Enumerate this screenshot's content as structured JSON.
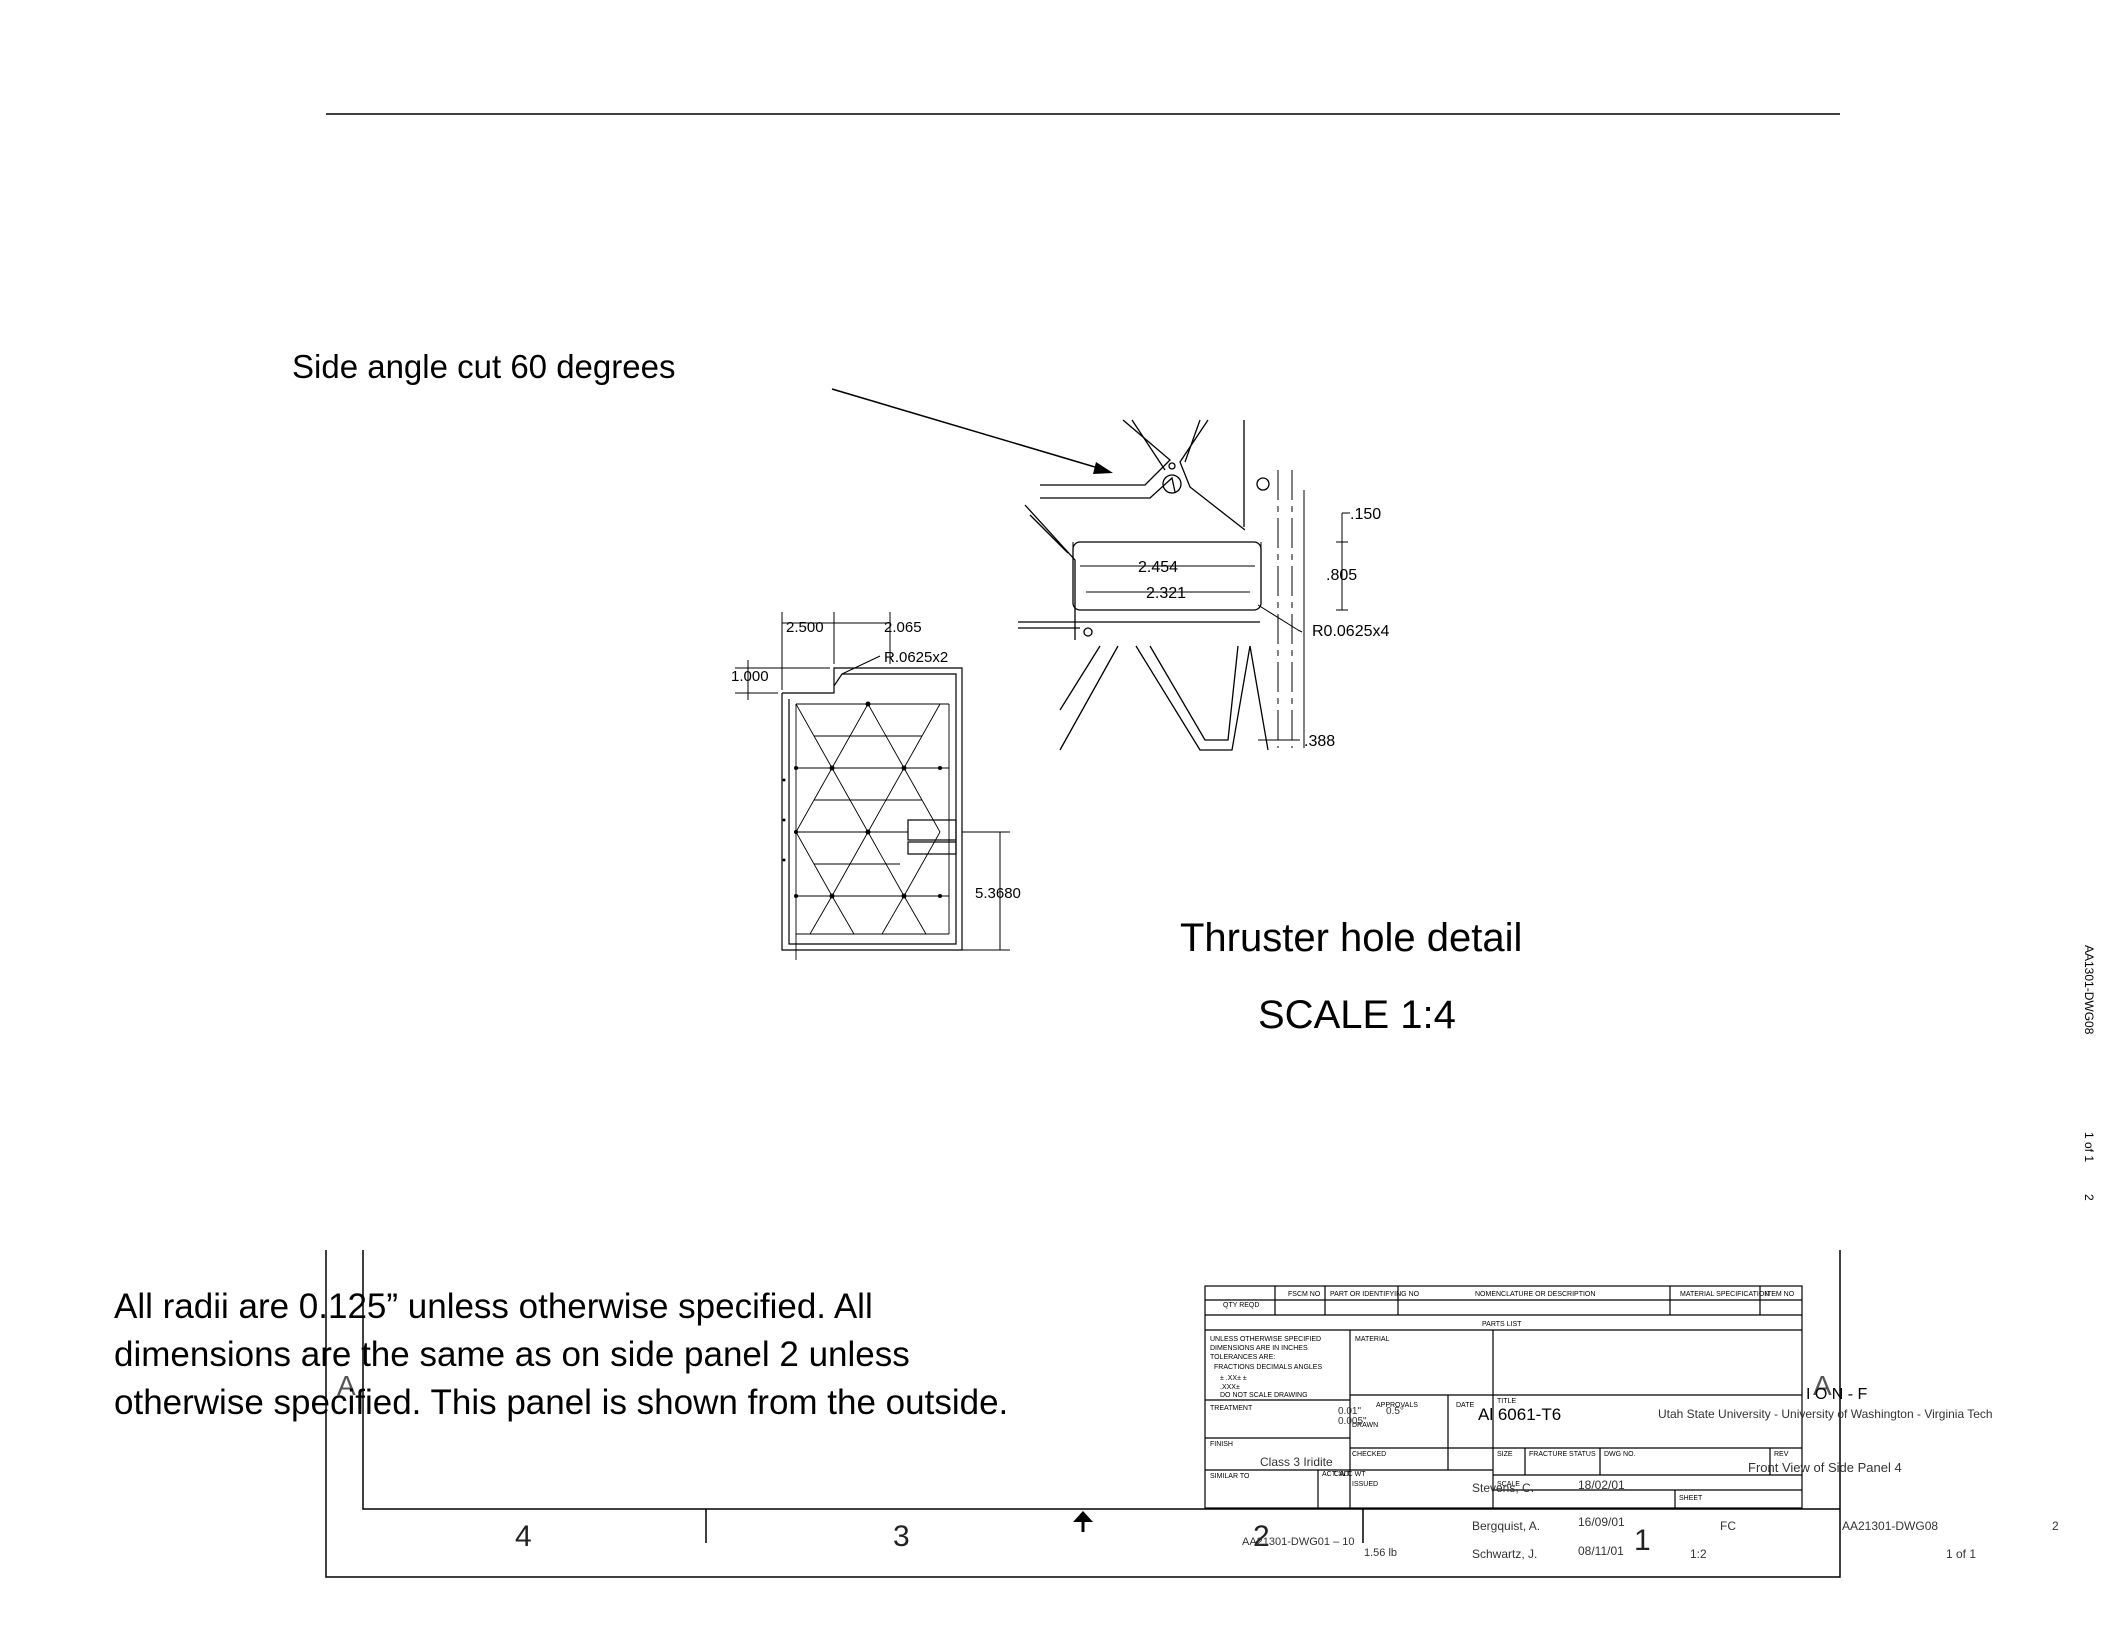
{
  "annotations": {
    "side_angle": "Side angle cut 60 degrees",
    "detail_title": "Thruster hole detail",
    "detail_scale": "SCALE 1:4",
    "note_lines": [
      "All radii are 0.125” unless otherwise specified.  All",
      "dimensions are the same as on side panel 2 unless",
      "otherwise specified.  This panel is shown from the outside."
    ]
  },
  "panel_dims": {
    "d1": "2.500",
    "d2": "2.065",
    "d3": "1.000",
    "d4": "R.0625x2",
    "d5": "5.3680"
  },
  "detail_dims": {
    "d1": ".150",
    "d2": "2.454",
    "d3": "2.321",
    "d4": ".805",
    "d5": "R0.0625x4",
    "d6": ".388"
  },
  "zones": {
    "z4": "4",
    "z3": "3",
    "z2": "2",
    "z1": "1",
    "zA_left": "A",
    "zA_right": "A"
  },
  "side_labels": {
    "drawing_id": "AA1301-DWG08",
    "sheet": "1 of 1",
    "rev": "2"
  },
  "title_block": {
    "headers": {
      "qty": "QTY REQD",
      "fscm": "FSCM NO",
      "part": "PART OR IDENTIFYING NO",
      "nomen": "NOMENCLATURE OR DESCRIPTION",
      "matspec": "MATERIAL SPECIFICATION",
      "item": "ITEM NO",
      "parts_list": "PARTS LIST"
    },
    "tolerance_lines": [
      "UNLESS OTHERWISE SPECIFIED",
      "DIMENSIONS ARE IN INCHES",
      "TOLERANCES ARE:",
      "FRACTIONS  DECIMALS  ANGLES",
      "±       .XX±       ±",
      "         .XXX±",
      "DO NOT SCALE DRAWING"
    ],
    "labels": {
      "material": "MATERIAL",
      "treatment": "TREATMENT",
      "finish": "FINISH",
      "similar_to": "SIMILAR TO",
      "act_wt": "ACT. WT.",
      "calc_wt": "CALC WT",
      "approvals": "APPROVALS",
      "drawn": "DRAWN",
      "checked": "CHECKED",
      "issued": "ISSUED",
      "date": "DATE",
      "title": "TITLE",
      "size": "SIZE",
      "fracture_status": "FRACTURE STATUS",
      "dwg_no": "DWG NO.",
      "rev": "REV",
      "scale": "SCALE",
      "sheet": "SHEET"
    },
    "values": {
      "tol_dec": "0.01\"",
      "tol_dec3": "0.005\"",
      "tol_ang": "0.5°",
      "material": "Al 6061-T6",
      "finish": "Class 3 Iridite",
      "org_short": "I O N - F",
      "org": "Utah State University - University of Washington - Virginia Tech",
      "drawing_title": "Front View of Side Panel 4",
      "drawn_by": "Stevens, C.",
      "drawn_date": "18/02/01",
      "checked_by": "Bergquist, A.",
      "checked_date": "16/09/01",
      "issued_by": "Schwartz, J.",
      "issued_date": "08/11/01",
      "size": "FC",
      "dwg_no": "AA21301-DWG08",
      "rev": "2",
      "similar": "AA21301-DWG01 – 10",
      "weight": "1.56 lb",
      "scale": "1:2",
      "sheet": "1 of 1"
    }
  }
}
